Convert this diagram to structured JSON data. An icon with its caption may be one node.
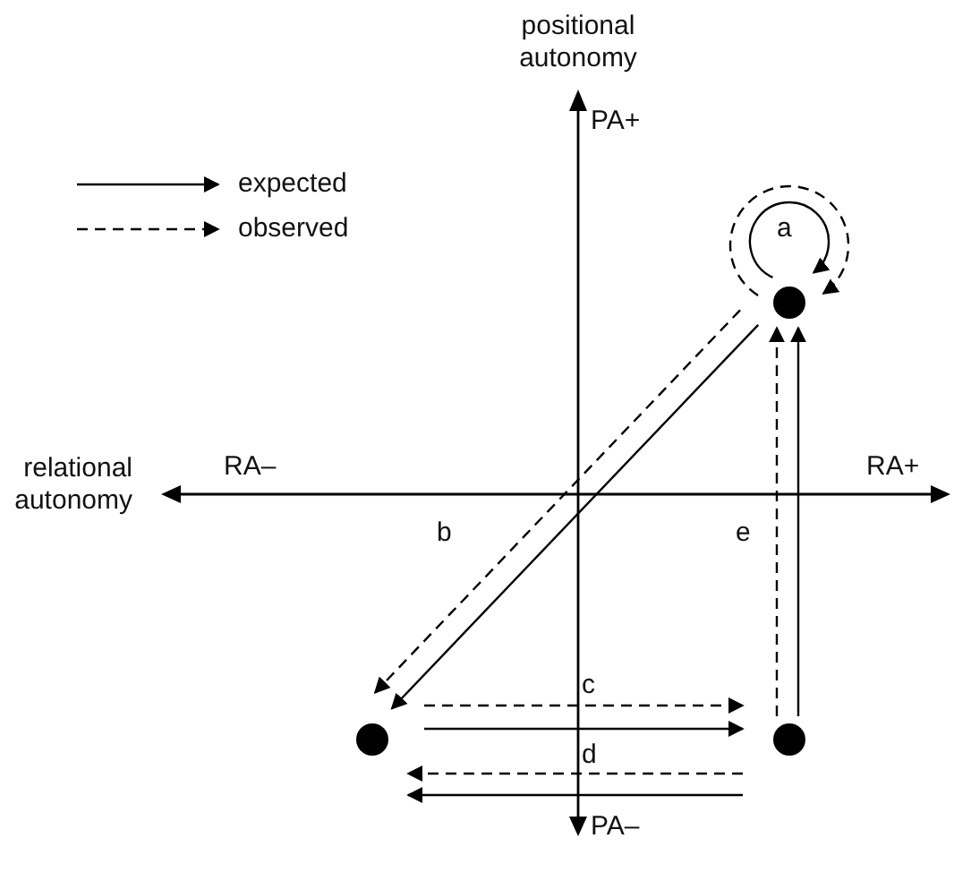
{
  "diagram": {
    "nodes": [
      {
        "text": [],
        "shape": "circle"
      },
      {
        "text": [],
        "shape": "circle"
      },
      {
        "text": [],
        "shape": "circle"
      }
    ],
    "edges": [
      {
        "from": 0,
        "to": 0,
        "arrow": "to",
        "label": "a"
      },
      {
        "from": 0,
        "to": 0,
        "arrow": "to",
        "style": "dashed"
      },
      {
        "from": 0,
        "to": 1,
        "arrow": "to"
      },
      {
        "from": 0,
        "to": 1,
        "arrow": "to",
        "style": "dashed",
        "label": "b"
      },
      {
        "from": 1,
        "to": 2,
        "arrow": "to",
        "style": "dashed",
        "label": "c"
      },
      {
        "from": 1,
        "to": 2,
        "arrow": "to"
      },
      {
        "from": 2,
        "to": 1,
        "arrow": "to",
        "style": "dashed",
        "label": "d"
      },
      {
        "from": 2,
        "to": 1,
        "arrow": "to"
      },
      {
        "from": 2,
        "to": 0,
        "arrow": "to",
        "style": "dashed",
        "label": "e"
      },
      {
        "from": 2,
        "to": 0,
        "arrow": "to"
      }
    ],
    "labels": [
      "positional autonomy",
      "PA+",
      "relational autonomy",
      "RA–",
      "RA+",
      "PA–"
    ],
    "legend": [
      {
        "text": "expected"
      },
      {
        "text": "observed"
      }
    ]
  }
}
